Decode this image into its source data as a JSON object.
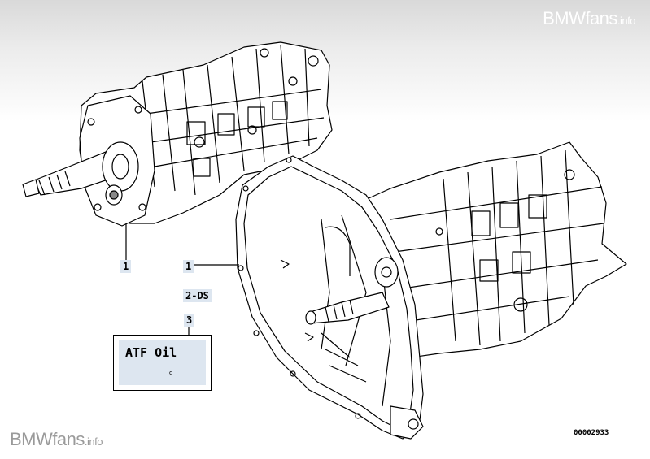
{
  "watermark": {
    "brand": "BMWfans",
    "suffix": ".info"
  },
  "callouts": {
    "item_a": "1",
    "item_b": "1",
    "item_c": "2-DS",
    "item_d": "3"
  },
  "label": {
    "text": "ATF Oil",
    "small": "d"
  },
  "part_number": "00002933",
  "colors": {
    "callout_bg": "#dde6f0",
    "watermark_top": "#ffffff",
    "watermark_bottom": "#9a9a9a"
  }
}
